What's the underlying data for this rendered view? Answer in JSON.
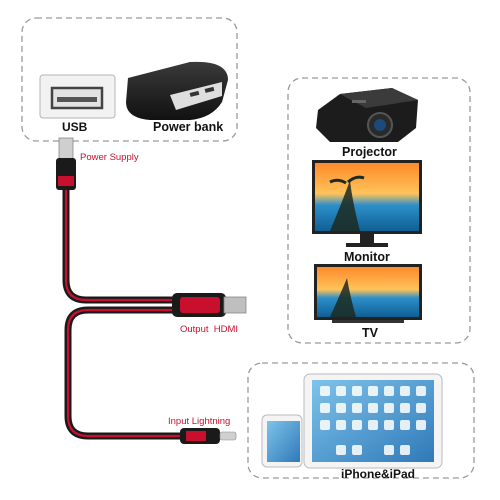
{
  "sources": {
    "usb_label": "USB",
    "powerbank_label": "Power bank"
  },
  "displays": {
    "projector_label": "Projector",
    "monitor_label": "Monitor",
    "tv_label": "TV"
  },
  "device": {
    "label": "iPhone&iPad"
  },
  "cable": {
    "power_supply_label": "Power Supply",
    "output_label": "Output  HDMI",
    "input_label": "Input Lightning"
  },
  "colors": {
    "cable_red": "#c8102e",
    "cable_black": "#1a1a1a",
    "box_border": "#9a9a9a"
  }
}
